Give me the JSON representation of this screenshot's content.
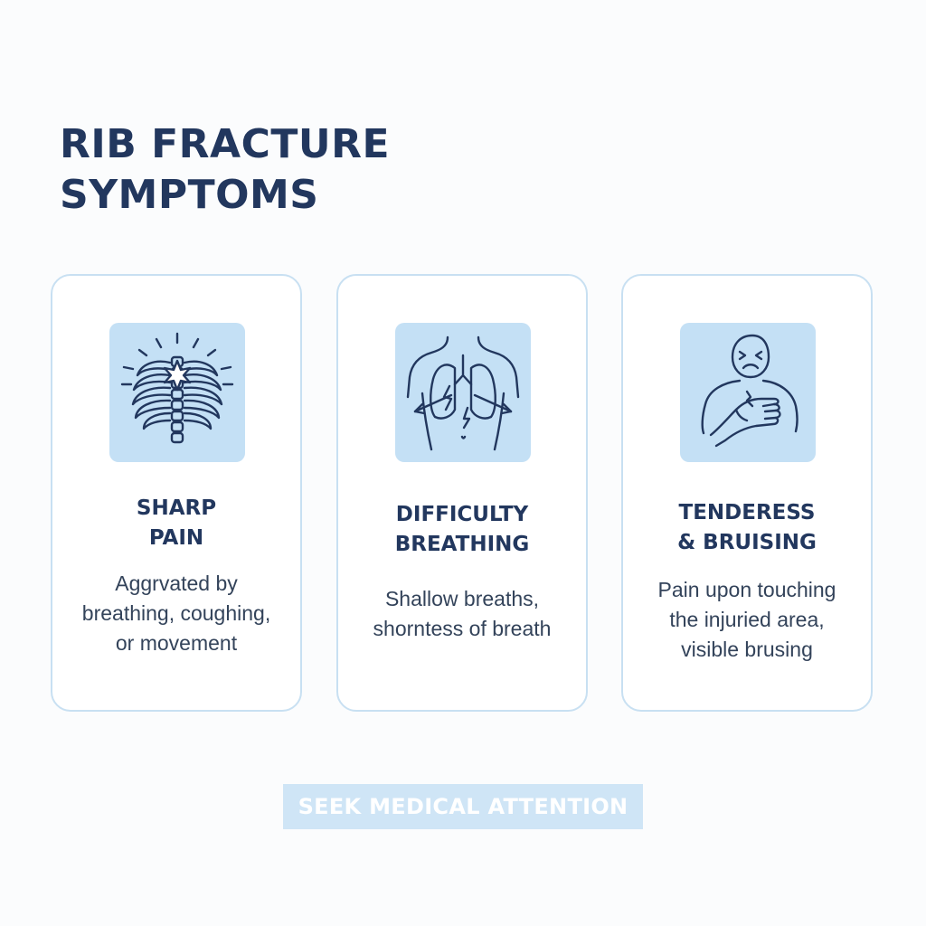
{
  "header": {
    "title_line1": "RIB FRACTURE",
    "title_line2": "SYMPTOMS"
  },
  "cards": [
    {
      "icon": "ribcage-pain-icon",
      "title_line1": "SHARP",
      "title_line2": "PAIN",
      "desc_lines": [
        "Aggrvated by",
        "breathing, coughing,",
        "or movement"
      ]
    },
    {
      "icon": "lungs-breathing-icon",
      "title_line1": "DIFFICULTY",
      "title_line2": "BREATHING",
      "desc_lines": [
        "Shallow breaths,",
        "shorntess of breath"
      ]
    },
    {
      "icon": "hand-on-chest-icon",
      "title_line1": "TENDERESS",
      "title_line2": "& BRUISING",
      "desc_lines": [
        "Pain upon touching",
        "the injuried area,",
        "visible brusing"
      ]
    }
  ],
  "cta": {
    "label": "SEEK MEDICAL ATTENTION"
  },
  "colors": {
    "background": "#fbfcfd",
    "heading": "#22375e",
    "card_border": "#c8e0f2",
    "icon_tile": "#c4e0f5",
    "cta_background": "#cfe5f6",
    "cta_text": "#ffffff"
  }
}
